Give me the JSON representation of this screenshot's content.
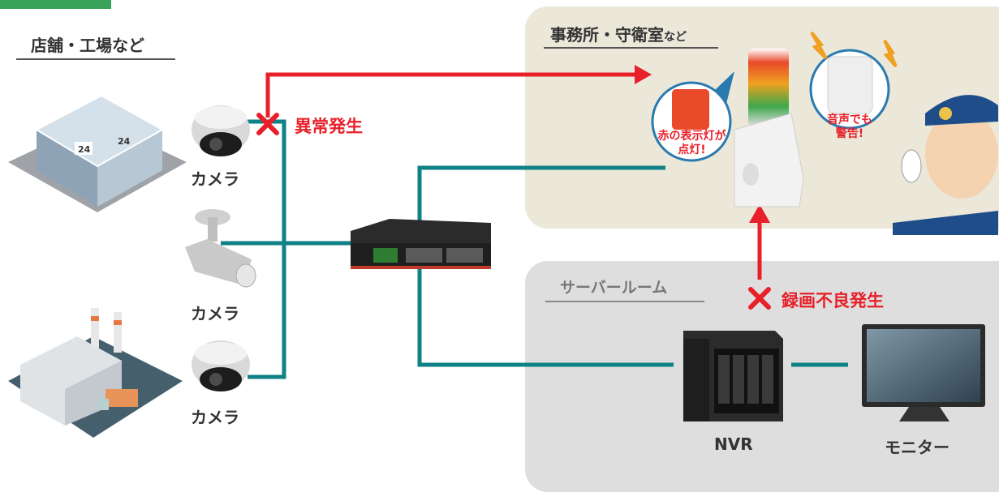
{
  "sections": {
    "store": "店舗・工場など",
    "office": "事務所・守衛室",
    "office_suffix": "など",
    "server": "サーバールーム"
  },
  "cameras": [
    "カメラ",
    "カメラ",
    "カメラ"
  ],
  "alerts": {
    "anomaly": "異常発生",
    "recording": "録画不良発生"
  },
  "bubbles": {
    "light_line1": "赤の表示灯が",
    "light_line2": "点灯!",
    "sound_line1": "音声でも",
    "sound_line2": "警告!"
  },
  "devices": {
    "nvr": "NVR",
    "monitor": "モニター"
  },
  "colors": {
    "accent_green": "#3aa35a",
    "network_teal": "#0e8286",
    "alert_red": "#e8202a",
    "office_bg": "#ebe8da",
    "server_bg": "#dedede"
  }
}
